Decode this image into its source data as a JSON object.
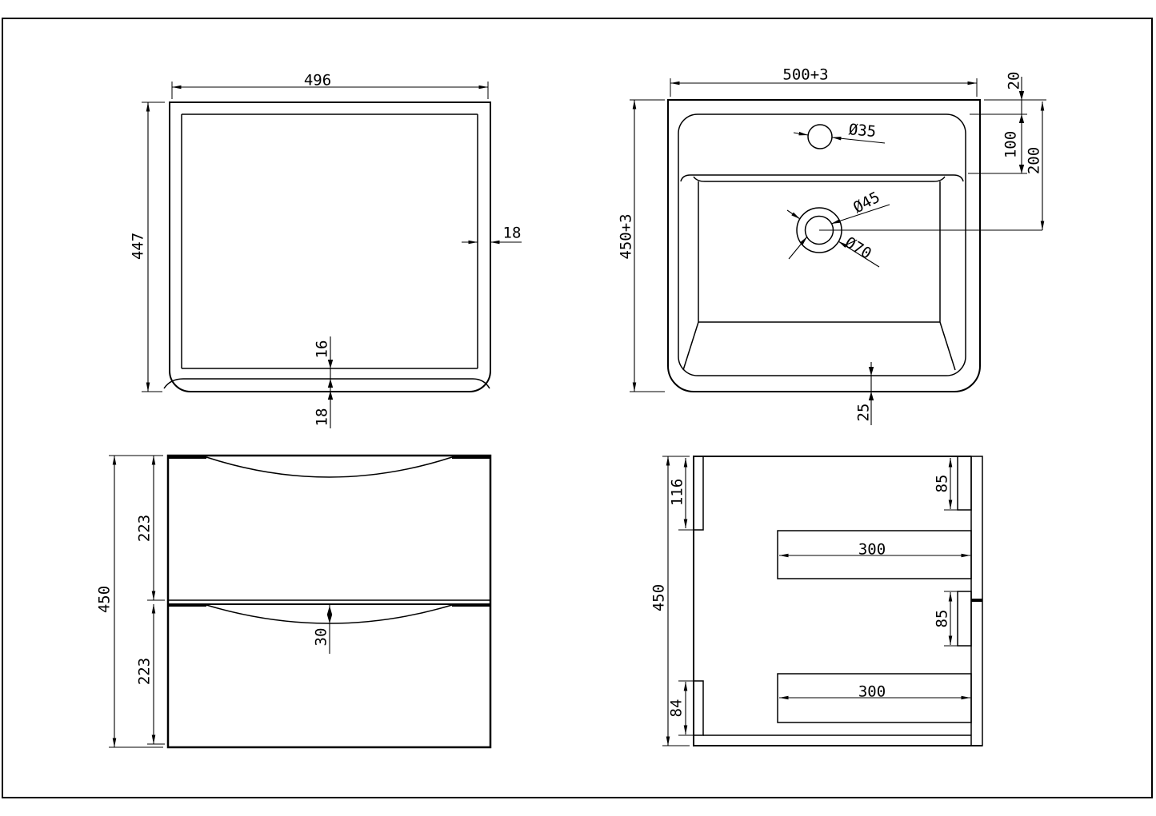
{
  "colors": {
    "background": "#ffffff",
    "line": "#000000"
  },
  "views": {
    "cabinet_front": {
      "width": "496",
      "height": "447",
      "wall_thickness": "18",
      "bottom_inset": "16",
      "bottom_thickness": "18"
    },
    "basin_top": {
      "width": "500+3",
      "depth": "450+3",
      "rim_width": "20",
      "deck_depth": "100",
      "drain_setback": "200",
      "faucet_hole_dia": "Ø35",
      "drain_hole_dia": "Ø45",
      "drain_recess_dia": "Ø70",
      "front_clearance": "25"
    },
    "drawers_front": {
      "height": "450",
      "upper_drawer": "223",
      "lower_drawer": "223",
      "handle_recess_depth": "30"
    },
    "cabinet_side": {
      "height": "450",
      "top_panel_drop": "116",
      "bottom_panel_rise": "84",
      "upper_bracket": "85",
      "lower_bracket": "85",
      "upper_rail_length": "300",
      "lower_rail_length": "300"
    }
  }
}
